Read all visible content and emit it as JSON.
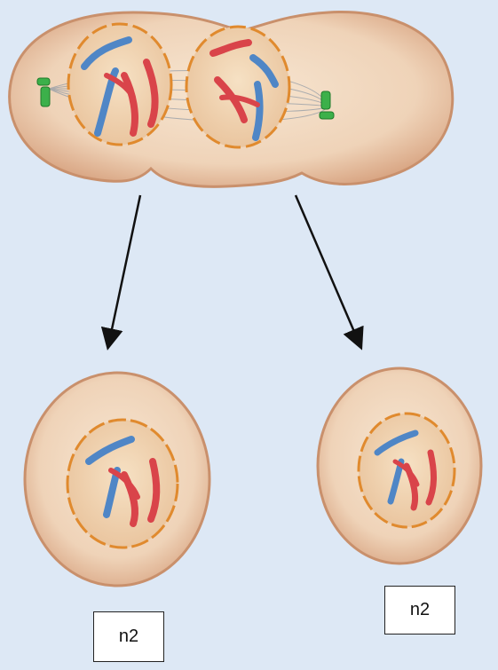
{
  "labels": {
    "left_cell_label": "n2",
    "right_cell_label": "n2"
  },
  "colors": {
    "background": "#dde8f5",
    "cell_membrane": "#d9a684",
    "cytoplasm": "#f2dcc4",
    "nuclear_envelope": "#e08a2e",
    "chromosome_blue": "#4f86c6",
    "chromosome_red": "#d9444a",
    "centrosome": "#3cb04a",
    "arrow": "#111111"
  },
  "icons": {
    "dividing_cell": "dividing-cell-telophase",
    "daughter_cell": "daughter-cell-nucleus"
  }
}
